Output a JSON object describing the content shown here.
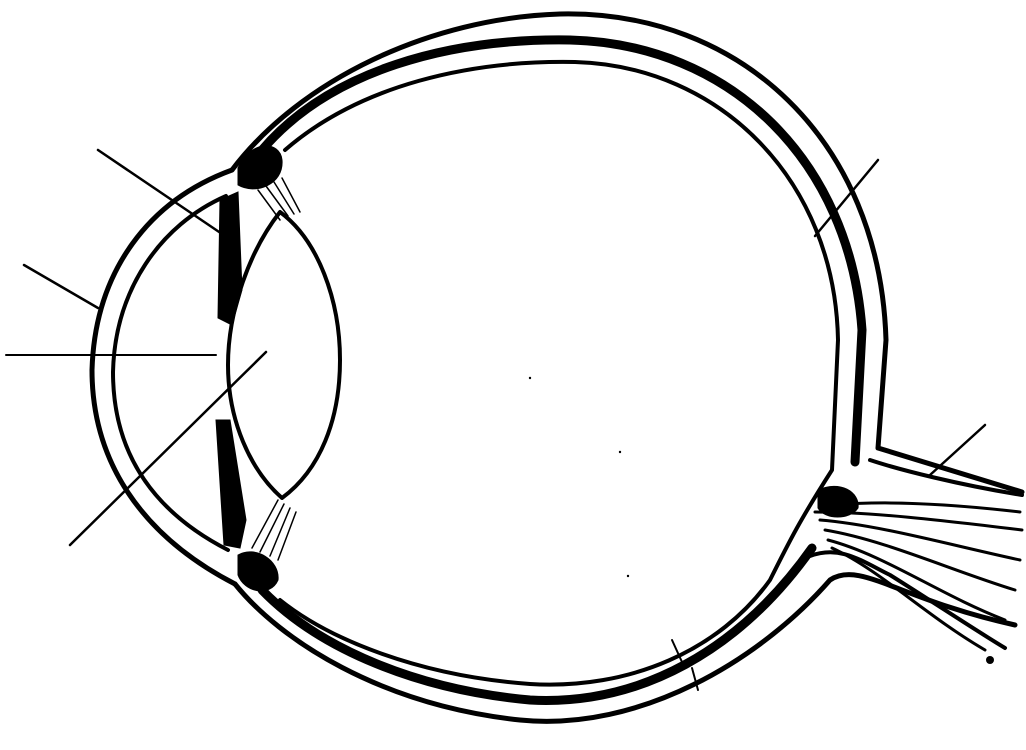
{
  "diagram": {
    "ink_color": "#000000",
    "background_color": "#ffffff",
    "leader_lines": [
      "cornea-area-leader",
      "iris-leader",
      "pupil-leader",
      "lens-leader",
      "sclera-leader",
      "optic-nerve-leader"
    ],
    "labels": []
  }
}
